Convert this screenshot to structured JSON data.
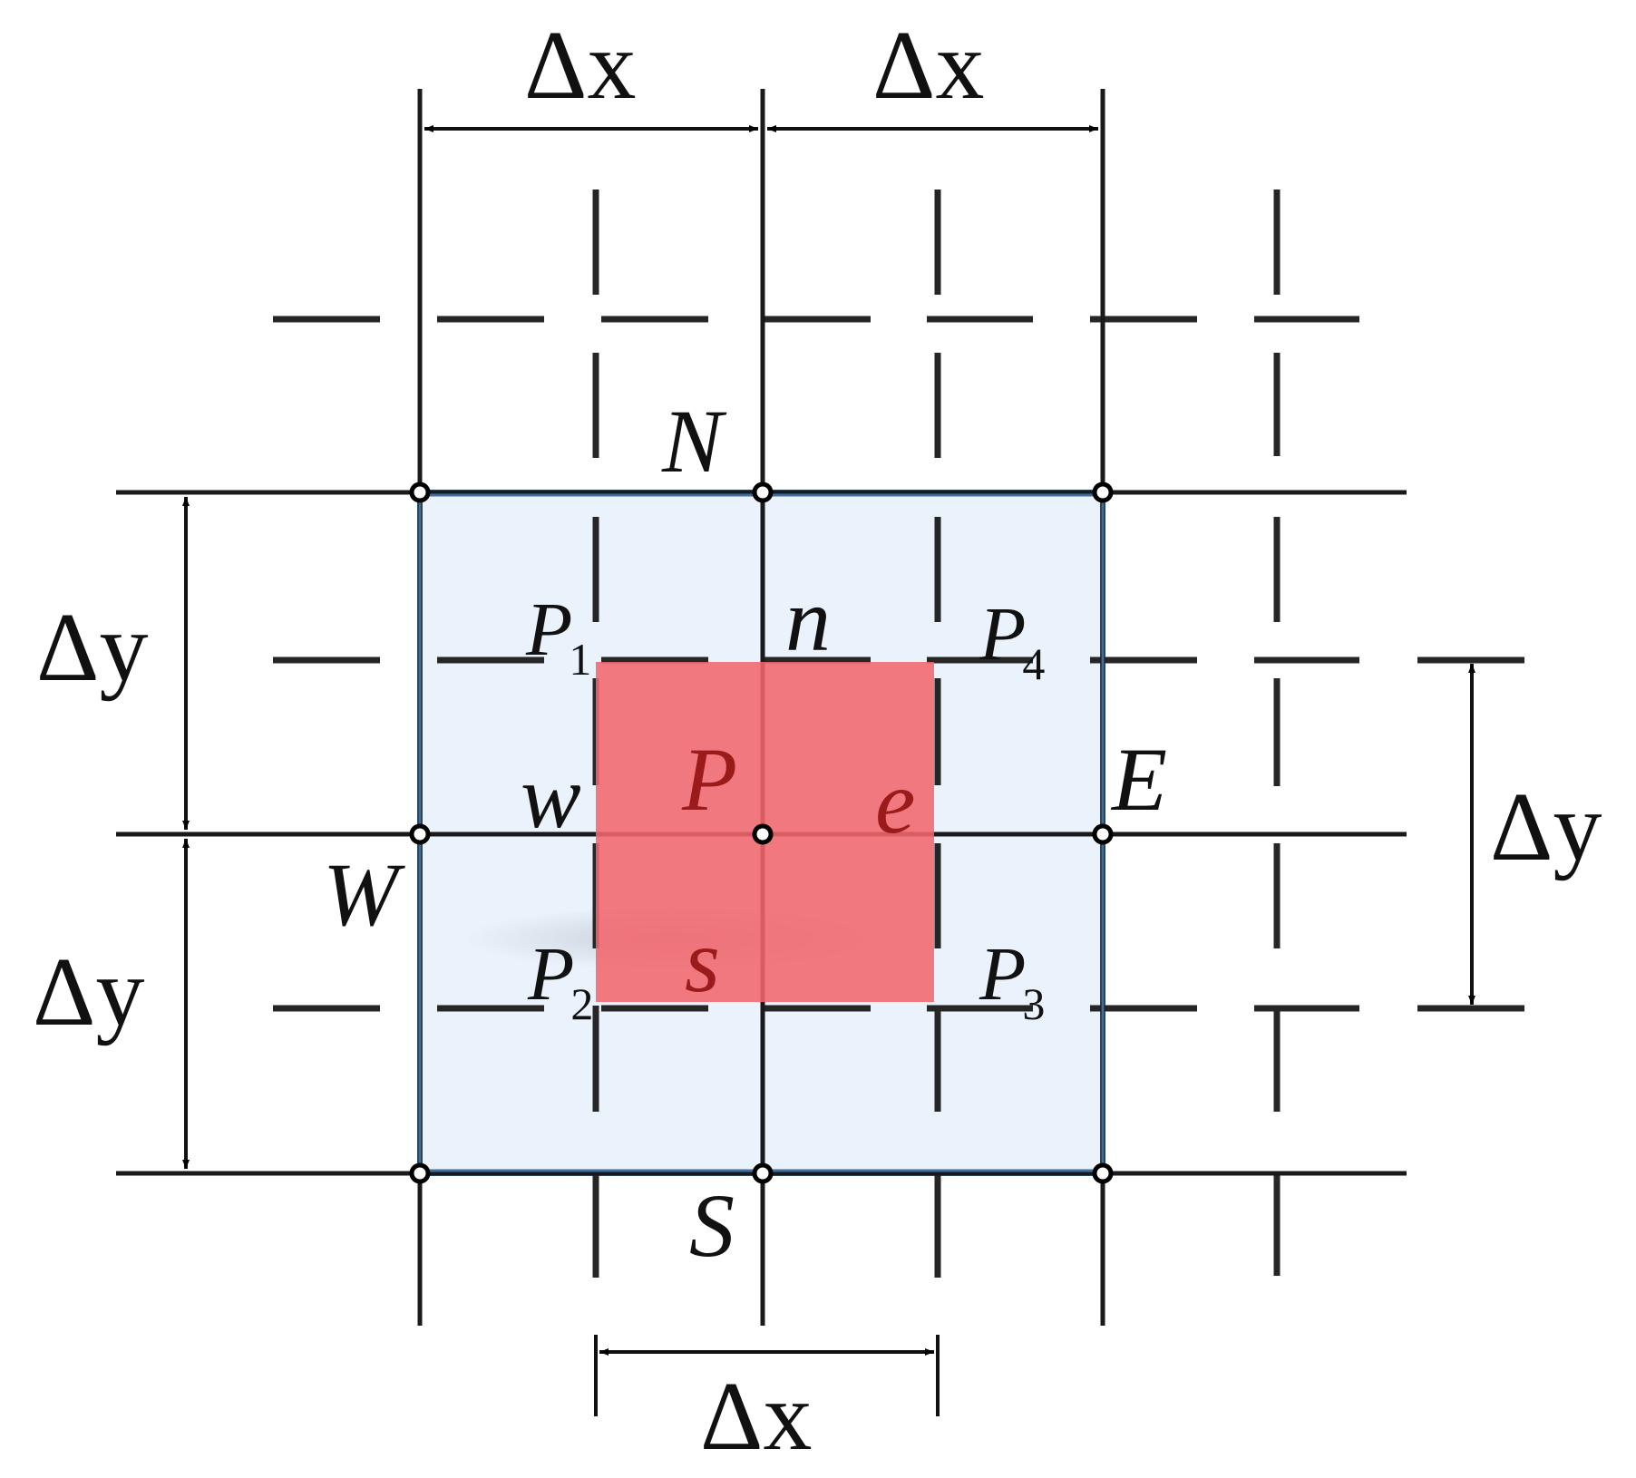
{
  "figure": {
    "type": "finite-volume control-volume grid diagram",
    "colors": {
      "background": "#ffffff",
      "line": "#1a1a1a",
      "control_volume_fill": "#eaf2fb",
      "control_volume_border": "#3f6e9e",
      "cell_fill": "#f3767b",
      "cell_label": "#9b1b1b"
    },
    "dimension_labels": {
      "top_left_dx": "Δx",
      "top_right_dx": "Δx",
      "left_upper_dy": "Δy",
      "left_lower_dy": "Δy",
      "right_dy": "Δy",
      "bottom_dx": "Δx"
    },
    "node_labels": {
      "north": "N",
      "south": "S",
      "west": "W",
      "east": "E",
      "center": "P"
    },
    "face_labels": {
      "north_face": "n",
      "south_face": "s",
      "west_face": "w",
      "east_face": "e"
    },
    "corner_points": [
      {
        "base": "P",
        "sub": "1"
      },
      {
        "base": "P",
        "sub": "2"
      },
      {
        "base": "P",
        "sub": "3"
      },
      {
        "base": "P",
        "sub": "4"
      }
    ]
  }
}
